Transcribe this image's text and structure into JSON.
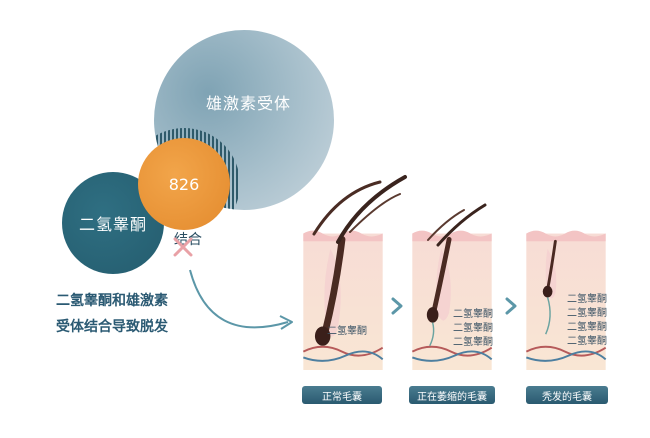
{
  "circles": {
    "receptor": "雄激素受体",
    "dht": "二氢睾酮",
    "compound": "826"
  },
  "combine": "结合",
  "caption": [
    "二氢睾酮和雄激素",
    "受体结合导致脱发"
  ],
  "panels": [
    {
      "labels": [
        "二氢睾酮"
      ],
      "tag": "正常毛囊"
    },
    {
      "labels": [
        "二氢睾酮",
        "二氢睾酮",
        "二氢睾酮"
      ],
      "tag": "正在萎缩的毛囊"
    },
    {
      "labels": [
        "二氢睾酮",
        "二氢睾酮",
        "二氢睾酮",
        "二氢睾酮"
      ],
      "tag": "秃发的毛囊"
    }
  ],
  "colors": {
    "dht_circle": "#245c6e",
    "receptor_circle": "#a8c0cc",
    "compound_circle": "#e38a2d",
    "tag_bg": "#2a5a70",
    "arrow": "#5c97a8",
    "cross": "#e9a1a6"
  }
}
